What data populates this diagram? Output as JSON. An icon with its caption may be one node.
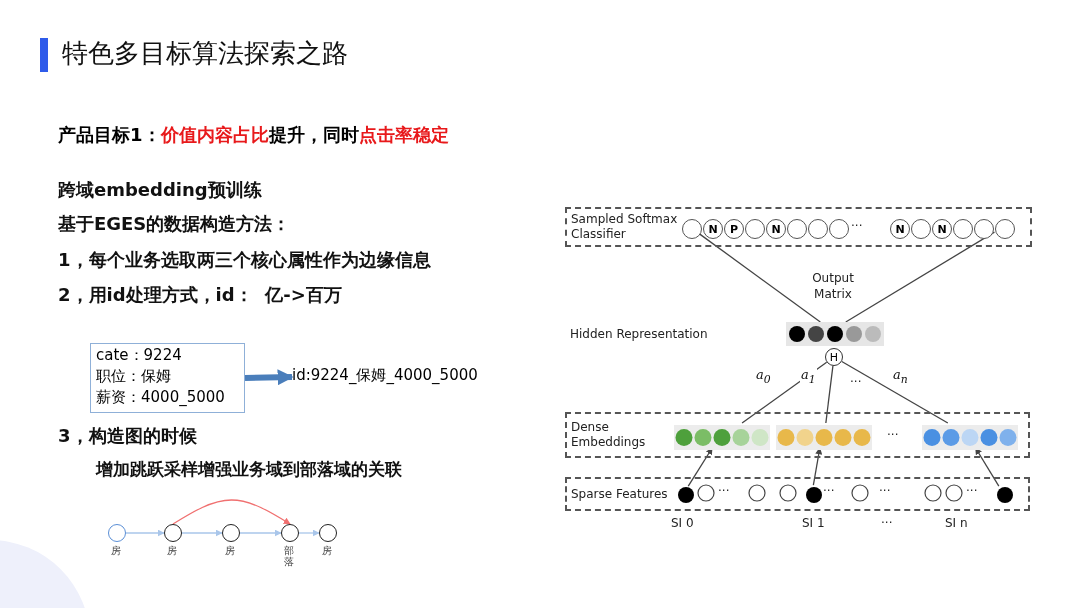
{
  "diagram": {
    "title": "特色多目标算法探索之路",
    "nodes": [
      {
        "text": [
          "cate：9224",
          "职位：保姆",
          "薪资：4000_5000"
        ]
      },
      {
        "text": [
          "id:9224_保姆_4000_5000"
        ]
      },
      {
        "text": [],
        "shape": "circle",
        "beside": [
          "房"
        ]
      },
      {
        "text": [],
        "shape": "circle",
        "beside": [
          "房"
        ]
      },
      {
        "text": [],
        "shape": "circle",
        "beside": [
          "房"
        ]
      },
      {
        "text": [],
        "shape": "circle",
        "beside": [
          "部落"
        ]
      },
      {
        "text": [],
        "shape": "circle",
        "beside": [
          "房"
        ]
      },
      {
        "text": [
          "Sampled Softmax Classifier"
        ]
      },
      {
        "text": [],
        "shape": "circle",
        "in": 7
      },
      {
        "text": [
          "N"
        ],
        "in": 7
      },
      {
        "text": [
          "P"
        ],
        "in": 7
      },
      {
        "text": [],
        "shape": "circle",
        "in": 7
      },
      {
        "text": [
          "N"
        ],
        "in": 7
      },
      {
        "text": [],
        "shape": "circle",
        "in": 7
      },
      {
        "text": [],
        "shape": "circle",
        "in": 7
      },
      {
        "text": [],
        "shape": "circle",
        "in": 7
      },
      {
        "text": [
          "N"
        ],
        "in": 7
      },
      {
        "text": [],
        "shape": "circle",
        "in": 7
      },
      {
        "text": [
          "N"
        ],
        "in": 7
      },
      {
        "text": [],
        "shape": "circle",
        "in": 7
      },
      {
        "text": [],
        "shape": "circle",
        "in": 7
      },
      {
        "text": [],
        "shape": "circle",
        "in": 7
      },
      {
        "text": [],
        "shape": "box"
      },
      {
        "text": [
          "H"
        ]
      },
      {
        "text": [
          "Dense Embeddings"
        ]
      },
      {
        "text": [],
        "shape": "box",
        "in": 24
      },
      {
        "text": [],
        "shape": "box",
        "in": 24
      },
      {
        "text": [],
        "shape": "box",
        "in": 24
      },
      {
        "text": [
          "Sparse Features"
        ]
      },
      {
        "text": [],
        "shape": "circle",
        "in": 28
      },
      {
        "text": [],
        "shape": "circle",
        "in": 28
      },
      {
        "text": [],
        "shape": "circle",
        "in": 28
      }
    ],
    "edges": [
      {
        "from": 0,
        "to": 1,
        "arrow": "to",
        "style": "thick",
        "color": "#4a7ebb"
      },
      {
        "from": 2,
        "to": 3,
        "arrow": "to",
        "color": "#a9c6ea"
      },
      {
        "from": 3,
        "to": 4,
        "arrow": "to",
        "color": "#a9c6ea"
      },
      {
        "from": 4,
        "to": 5,
        "arrow": "to",
        "color": "#a9c6ea"
      },
      {
        "from": 5,
        "to": 6,
        "arrow": "to",
        "color": "#a9c6ea"
      },
      {
        "from": 3,
        "to": 5,
        "arrow": "to",
        "color": "#f07070"
      },
      {
        "from": 8,
        "to": 22,
        "arrow": "none"
      },
      {
        "from": 21,
        "to": 22,
        "arrow": "none"
      },
      {
        "from": 23,
        "to": 25,
        "arrow": "none",
        "label": "a$_{0}$"
      },
      {
        "from": 23,
        "to": 26,
        "arrow": "none",
        "label": "a$_{1}$"
      },
      {
        "from": 23,
        "to": 27,
        "arrow": "none",
        "label": "a$_{n}$"
      },
      {
        "from": 29,
        "to": 25,
        "arrow": "to"
      },
      {
        "from": 30,
        "to": 26,
        "arrow": "to"
      },
      {
        "from": 31,
        "to": 27,
        "arrow": "to"
      }
    ],
    "labels": [
      "产品目标1：",
      "价值内容占比",
      "提升，同时",
      "点击率稳定",
      "跨域embedding预训练",
      "基于EGES的数据构造方法：",
      "1，每个业务选取两三个核心属性作为边缘信息",
      "2，用id处理方式，id：  亿->百万",
      "3，构造图的时候",
      "增加跳跃采样增强业务域到部落域的关联",
      "Output Matrix",
      "Hidden Representation",
      "···",
      "···",
      "···",
      "···",
      "···",
      "···",
      "···",
      "SI 0",
      "SI 1",
      "···",
      "SI n"
    ]
  }
}
